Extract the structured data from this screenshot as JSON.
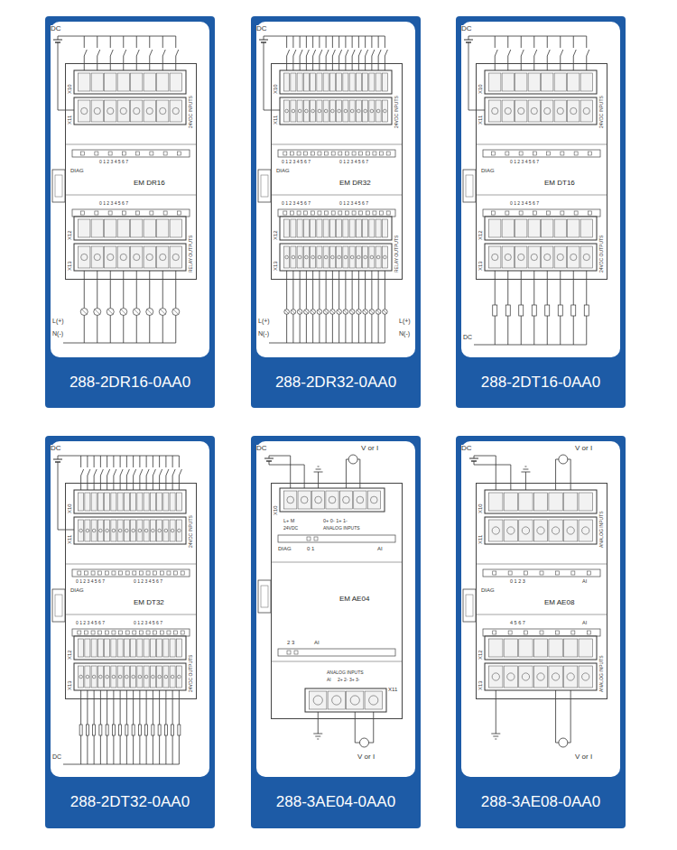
{
  "diagram": {
    "nodes": [
      {
        "text": [
          "288-2DR16-0AA0"
        ]
      },
      {
        "text": [
          "EM DR16"
        ],
        "in": 0
      },
      {
        "text": [
          "288-2DR32-0AA0"
        ]
      },
      {
        "text": [
          "EM DR32"
        ],
        "in": 2
      },
      {
        "text": [
          "288-2DT16-0AA0"
        ]
      },
      {
        "text": [
          "EM DT16"
        ],
        "in": 4
      },
      {
        "text": [
          "288-2DT32-0AA0"
        ]
      },
      {
        "text": [
          "EM DT32"
        ],
        "in": 6
      },
      {
        "text": [
          "288-3AE04-0AA0"
        ]
      },
      {
        "text": [
          "EM AE04"
        ],
        "in": 8
      },
      {
        "text": [
          "288-3AE08-0AA0"
        ]
      },
      {
        "text": [
          "EM AE08"
        ],
        "in": 10
      }
    ],
    "labels": [
      "DC",
      "X10",
      "X11",
      "24VDC INPUTS",
      "0 1 2 3 4 5 6 7",
      "DIAG",
      "0 1 2 3 4 5 6 7",
      "X12",
      "X13",
      "RELAY OUTPUTS",
      "L(+)",
      "N(-)",
      "DC",
      "X10",
      "X11",
      "24VDC INPUTS",
      "0 1 2 3 4 5 6 7",
      "0 1 2 3 4 5 6 7",
      "DIAG",
      "0 1 2 3 4 5 6 7",
      "0 1 2 3 4 5 6 7",
      "X12",
      "X13",
      "RELAY OUTPUTS",
      "L(+)",
      "N(-)",
      "L(+)",
      "N(-)",
      "DC",
      "X10",
      "X11",
      "24VDC INPUTS",
      "0 1 2 3 4 5 6 7",
      "DIAG",
      "0 1 2 3 4 5 6 7",
      "X12",
      "X13",
      "24VDC OUTPUTS",
      "DC",
      "DC",
      "X10",
      "X11",
      "24VDC INPUTS",
      "0 1 2 3 4 5 6 7",
      "0 1 2 3 4 5 6 7",
      "DIAG",
      "0 1 2 3 4 5 6 7",
      "0 1 2 3 4 5 6 7",
      "X12",
      "X13",
      "24VDC OUTPUTS",
      "DC",
      "DC",
      "V or I",
      "X10",
      "L+ M",
      "0+ 0- 1+ 1-",
      "24VDC",
      "ANALOG INPUTS",
      "DIAG",
      "0 1",
      "AI",
      "2 3",
      "AI",
      "ANALOG INPUTS",
      "AI",
      "2+ 2- 3+ 3-",
      "X11",
      "V or I",
      "DC",
      "V or I",
      "X10",
      "X11",
      "ANALOG INPUTS",
      "0 1 2 3",
      "AI",
      "DIAG",
      "4 5 6 7",
      "AI",
      "X12",
      "X13",
      "ANALOG INPUTS",
      "V or I"
    ]
  }
}
